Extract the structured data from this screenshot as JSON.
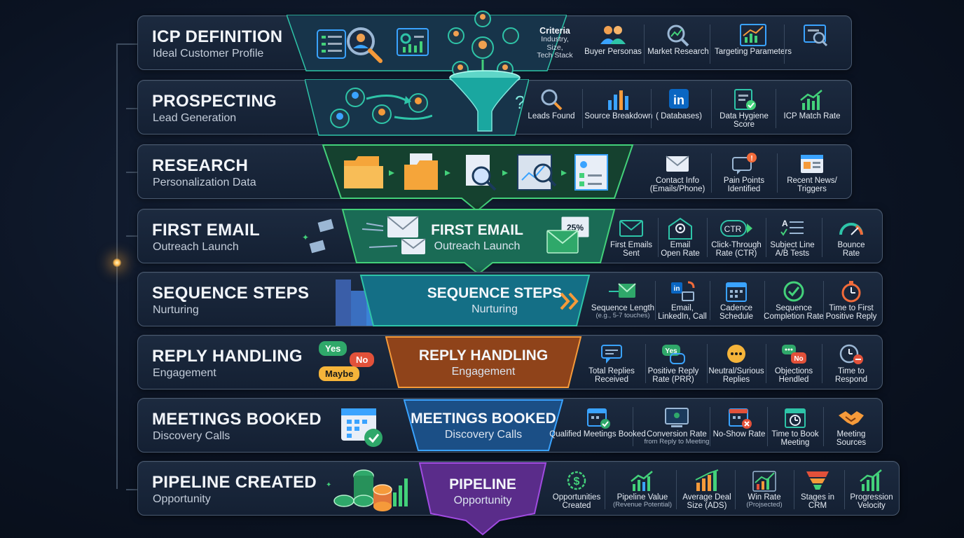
{
  "stages": [
    {
      "title": "ICP DEFINITION",
      "subtitle": "Ideal Customer Profile",
      "criteria": {
        "heading": "Criteria",
        "detail": "Industry,\nSize,\nTech Stack"
      },
      "metrics": [
        {
          "label": "Buyer Personas",
          "icon": "buyer-personas-icon"
        },
        {
          "label": "Market Research",
          "icon": "market-research-icon"
        },
        {
          "label": "Targeting Parameters",
          "icon": "targeting-parameters-icon"
        },
        {
          "label": "",
          "icon": "analytics-search-icon"
        }
      ]
    },
    {
      "title": "PROSPECTING",
      "subtitle": "Lead Generation",
      "metrics": [
        {
          "label": "Leads Found",
          "icon": "search-icon"
        },
        {
          "label": "Source Breakdown",
          "icon": "bar-chart-icon"
        },
        {
          "label": "(  Databases)",
          "icon": "linkedin-icon"
        },
        {
          "label": "Data Hygiene\nScore",
          "icon": "clipboard-check-icon"
        },
        {
          "label": "ICP Match Rate",
          "icon": "trend-up-icon"
        }
      ]
    },
    {
      "title": "RESEARCH",
      "subtitle": "Personalization Data",
      "metrics": [
        {
          "label": "Contact Info\n(Emails/Phone)",
          "icon": "envelope-icon"
        },
        {
          "label": "Pain Points\nIdentified",
          "icon": "alert-chat-icon"
        },
        {
          "label": "Recent News/\nTriggers",
          "icon": "news-icon"
        }
      ]
    },
    {
      "title": "FIRST EMAIL",
      "subtitle": "Outreach Launch",
      "funnel": {
        "title": "FIRST EMAIL",
        "subtitle": "Outreach Launch",
        "badge": "25%"
      },
      "metrics": [
        {
          "label": "First Emails\nSent",
          "icon": "envelope-icon"
        },
        {
          "label": "Email\nOpen Rate",
          "icon": "open-envelope-icon"
        },
        {
          "label": "Click-Through\nRate (CTR)",
          "icon": "ctr-icon",
          "icon_text": "CTR"
        },
        {
          "label": "Subject Line\nA/B Tests",
          "icon": "ab-test-icon",
          "icon_text": "A"
        },
        {
          "label": "Bounce\nRate",
          "icon": "gauge-icon"
        }
      ]
    },
    {
      "title": "SEQUENCE STEPS",
      "subtitle": "Nurturing",
      "funnel": {
        "title": "SEQUENCE STEPS",
        "subtitle": "Nurturing"
      },
      "metrics": [
        {
          "label": "Sequence Length",
          "note": "(e.g., 5-7 touches)",
          "icon": "envelope-arrow-icon"
        },
        {
          "label": "Email,\nLinkedIn, Call",
          "icon": "channels-icon",
          "icon_text": "in"
        },
        {
          "label": "Cadence\nSchedule",
          "icon": "calendar-icon"
        },
        {
          "label": "Sequence\nCompletion Rate",
          "icon": "check-circle-icon"
        },
        {
          "label": "Time to First\nPositive Reply",
          "icon": "stopwatch-icon"
        }
      ]
    },
    {
      "title": "REPLY HANDLING",
      "subtitle": "Engagement",
      "bubbles": {
        "yes": "Yes",
        "no": "No",
        "maybe": "Maybe"
      },
      "funnel": {
        "title": "REPLY HANDLING",
        "subtitle": "Engagement"
      },
      "metrics": [
        {
          "label": "Total Replies\nReceived",
          "icon": "chat-icon"
        },
        {
          "label": "Positive Reply\nRate (PRR)",
          "icon": "yes-chat-icon",
          "icon_text": "Yes"
        },
        {
          "label": "Neutral/Surious\nReplies",
          "icon": "ellipsis-chat-icon"
        },
        {
          "label": "Objections\nHendled",
          "icon": "no-chat-icon",
          "icon_text": "No"
        },
        {
          "label": "Time to\nRespond",
          "icon": "clock-chat-icon"
        }
      ]
    },
    {
      "title": "MEETINGS BOOKED",
      "subtitle": "Discovery Calls",
      "funnel": {
        "title": "MEETINGS BOOKED",
        "subtitle": "Discovery Calls"
      },
      "metrics": [
        {
          "label": "Qualified Meetings\nBooked",
          "icon": "calendar-check-icon"
        },
        {
          "label": "Conversion Rate",
          "note": "from Reply to Meeting",
          "icon": "video-call-icon"
        },
        {
          "label": "No-Show Rate",
          "icon": "calendar-x-icon"
        },
        {
          "label": "Time to Book\nMeeting",
          "icon": "calendar-clock-icon"
        },
        {
          "label": "Meeting\nSources",
          "icon": "handshake-icon"
        }
      ]
    },
    {
      "title": "PIPELINE CREATED",
      "subtitle": "Opportunity",
      "funnel": {
        "title": "PIPELINE",
        "subtitle": "Opportunity"
      },
      "metrics": [
        {
          "label": "Opportunities\nCreated",
          "icon": "dollar-coin-icon"
        },
        {
          "label": "Pipeline Value",
          "note": "(Revenue Potential)",
          "icon": "trend-up-icon"
        },
        {
          "label": "Average Deal\nSize (ADS)",
          "icon": "bar-chart-icon"
        },
        {
          "label": "Win Rate",
          "note": "(Projsected)",
          "icon": "trend-up-icon"
        },
        {
          "label": "Stages in\nCRM",
          "icon": "funnel-icon"
        },
        {
          "label": "Progression\nVelocity",
          "icon": "trend-up-icon"
        }
      ]
    }
  ],
  "colors": {
    "teal": "#2ec4a8",
    "green": "#43d17a",
    "blue": "#3aa3ff",
    "orange": "#f59a3a",
    "purple": "#a04be0",
    "funnel_green": "#1f8a55",
    "funnel_teal": "#146f86",
    "funnel_orange": "#9a4a1c",
    "funnel_blue": "#1b4f86",
    "funnel_purple": "#5a2c8a"
  }
}
